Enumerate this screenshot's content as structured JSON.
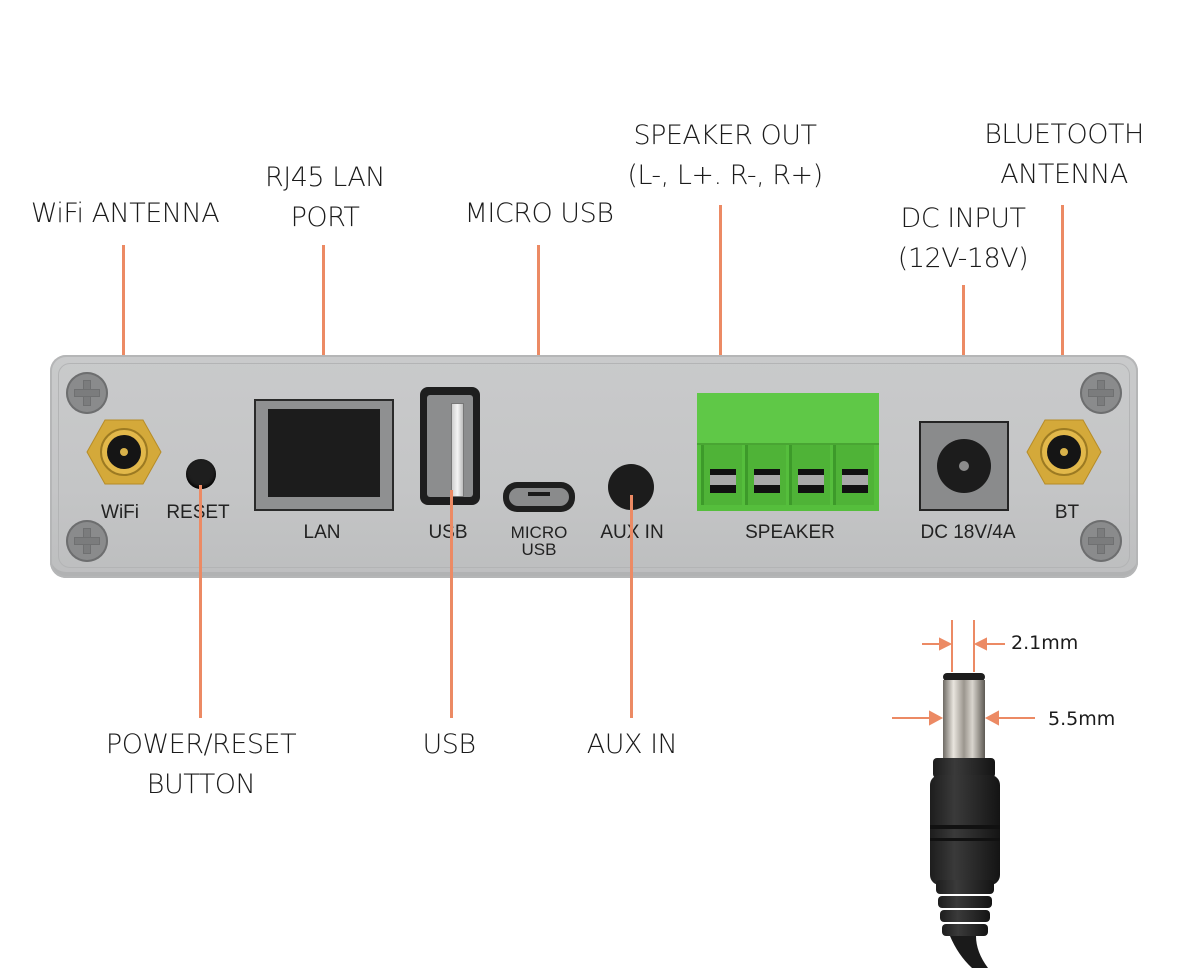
{
  "diagram": {
    "subject": "Audio streamer amplifier rear panel connection diagram",
    "colors": {
      "leader_line": "#ec8a64",
      "panel": "#c7c8c9",
      "speaker_terminal": "#55be3c",
      "antenna_connector": "#d4a93a",
      "text": "#1b1b1b"
    },
    "callouts_top": [
      {
        "id": "wifi",
        "lines": [
          "WiFi  ANTENNA"
        ]
      },
      {
        "id": "lan",
        "lines": [
          "RJ45 LAN",
          "PORT"
        ]
      },
      {
        "id": "micro",
        "lines": [
          "MICRO  USB"
        ]
      },
      {
        "id": "speaker",
        "lines": [
          "SPEAKER  OUT",
          "(L-, L+. R-, R+)"
        ]
      },
      {
        "id": "dc",
        "lines": [
          "DC INPUT",
          "(12V-18V)"
        ]
      },
      {
        "id": "bt",
        "lines": [
          "BLUETOOTH",
          "ANTENNA"
        ]
      }
    ],
    "callouts_bottom": [
      {
        "id": "reset",
        "lines": [
          "POWER/RESET",
          "BUTTON"
        ]
      },
      {
        "id": "usb",
        "lines": [
          "USB"
        ]
      },
      {
        "id": "aux",
        "lines": [
          "AUX IN"
        ]
      }
    ],
    "panel_labels": {
      "wifi": "WiFi",
      "reset": "RESET",
      "lan": "LAN",
      "usb": "USB",
      "micro_usb_1": "MICRO",
      "micro_usb_2": "USB",
      "aux": "AUX IN",
      "speaker": "SPEAKER",
      "dc": "DC 18V/4A",
      "bt": "BT"
    },
    "dc_plug": {
      "inner_diameter": "2.1mm",
      "outer_diameter": "5.5mm"
    }
  }
}
